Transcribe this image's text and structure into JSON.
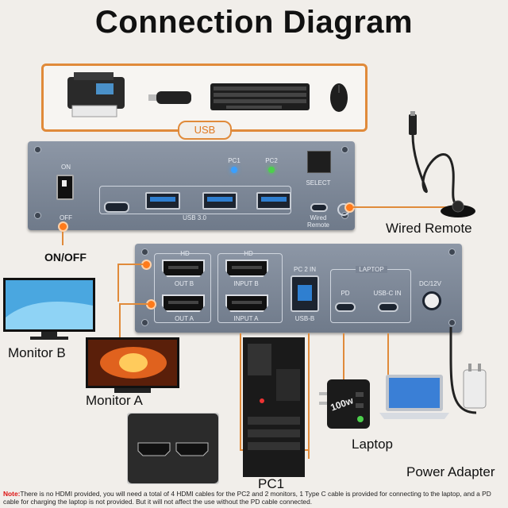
{
  "title": "Connection Diagram",
  "usb_tag": "USB",
  "front_panel": {
    "switch_on": "ON",
    "switch_off": "OFF",
    "pc1": "PC1",
    "pc2": "PC2",
    "select": "SELECT",
    "usb30": "USB 3.0",
    "wired_remote_port": "Wired\nRemote"
  },
  "back_panel": {
    "hd_top_left": "HD",
    "hd_top_right": "HD",
    "out_b": "OUT B",
    "out_a": "OUT A",
    "input_b": "INPUT B",
    "input_a": "INPUT A",
    "pc2_in": "PC 2 IN",
    "usb_b": "USB-B",
    "laptop": "LAPTOP",
    "pd": "PD",
    "usbc_in": "USB-C IN",
    "dc": "DC/12V"
  },
  "labels": {
    "wired_remote": "Wired Remote",
    "onoff": "ON/OFF",
    "monitor_b": "Monitor B",
    "monitor_a": "Monitor A",
    "laptop": "Laptop",
    "pc1": "PC1",
    "power_adapter": "Power Adapter",
    "charger": "100w"
  },
  "note_label": "Note:",
  "note_text": "There is no HDMI provided, you will need a total of 4 HDMI cables for the PC2 and 2 monitors, 1 Type C cable is provided for connecting to the laptop, and a PD cable for charging the laptop is not provided. But it will not affect the use without the PD cable connected.",
  "colors": {
    "accent": "#e08a3a",
    "panel": "#7b8595",
    "led_pc1": "#3aa0ff",
    "led_pc2": "#4cd04c"
  }
}
